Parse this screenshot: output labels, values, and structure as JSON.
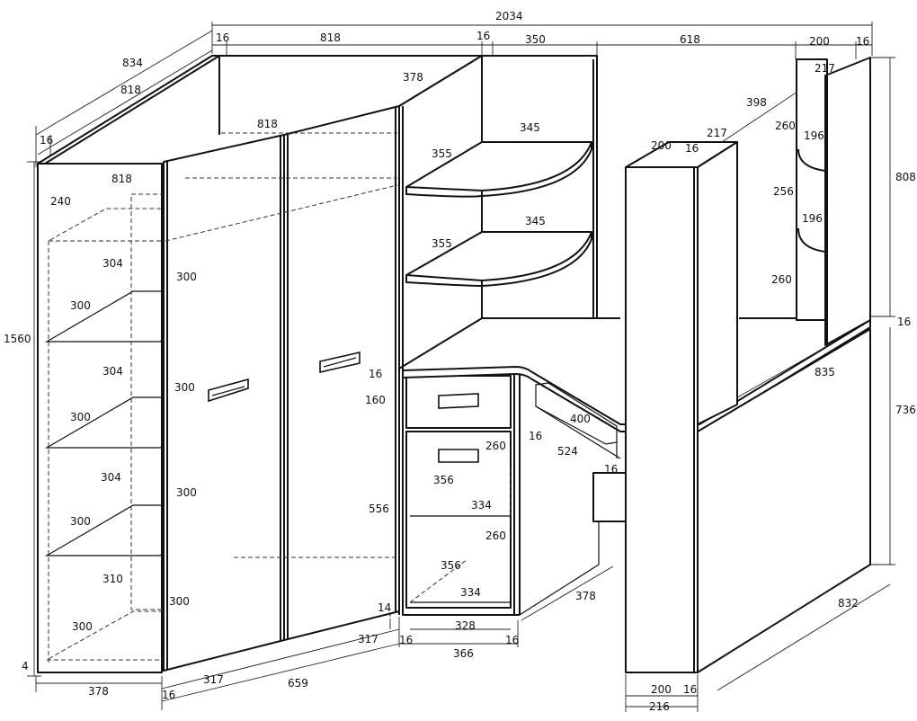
{
  "dimensions": {
    "d2034": "2034",
    "d834": "834",
    "d818_a": "818",
    "d16_a": "16",
    "d818_top": "818",
    "d16_top_mid": "16",
    "d16_top_left": "16",
    "d350": "350",
    "d618": "618",
    "d200_top": "200",
    "d16_top_right": "16",
    "d378_top": "378",
    "d818_door": "818",
    "d818_inner": "818",
    "d240": "240",
    "d217_a": "217",
    "d398": "398",
    "d260_a": "260",
    "d196_a": "196",
    "d256": "256",
    "d196_b": "196",
    "d260_b": "260",
    "d808": "808",
    "d200_mid": "200",
    "d16_mid": "16",
    "d217_b": "217",
    "d345_a": "345",
    "d355_a": "355",
    "d345_b": "345",
    "d355_b": "355",
    "d1560": "1560",
    "d304_a": "304",
    "d300_a": "300",
    "d300_b": "300",
    "d304_b": "304",
    "d300_c": "300",
    "d300_d": "300",
    "d304_c": "304",
    "d300_e": "300",
    "d300_f": "300",
    "d310": "310",
    "d300_g": "300",
    "d300_h": "300",
    "d4": "4",
    "d16_drawer": "16",
    "d160": "160",
    "d400": "400",
    "d16_desk": "16",
    "d524": "524",
    "d16_leg": "16",
    "d835": "835",
    "d16_right": "16",
    "d736": "736",
    "d260_c": "260",
    "d356_a": "356",
    "d556": "556",
    "d334_a": "334",
    "d260_d": "260",
    "d356_b": "356",
    "d334_b": "334",
    "d14": "14",
    "d378_side": "378",
    "d328": "328",
    "d16_bl": "16",
    "d16_br": "16",
    "d366": "366",
    "d317_a": "317",
    "d317_b": "317",
    "d659": "659",
    "d16_bottom": "16",
    "d378_bottom": "378",
    "d832": "832",
    "d200_bottom": "200",
    "d16_bottom_r": "16",
    "d216": "216"
  }
}
